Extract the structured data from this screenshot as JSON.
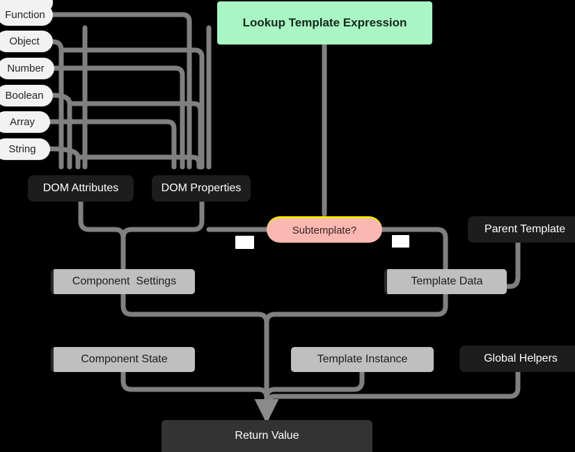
{
  "diagram": {
    "title": "Lookup Template Expression",
    "background_color": "#000000",
    "edge_color": "#808080"
  },
  "nodes": {
    "top_partial": {
      "label": "",
      "type": "pill"
    },
    "function": {
      "label": "Function",
      "type": "pill"
    },
    "object": {
      "label": "Object",
      "type": "pill"
    },
    "number": {
      "label": "Number",
      "type": "pill"
    },
    "boolean": {
      "label": "Boolean",
      "type": "pill"
    },
    "array": {
      "label": "Array",
      "type": "pill"
    },
    "string": {
      "label": "String",
      "type": "pill"
    },
    "lookup": {
      "label": "Lookup Template Expression",
      "type": "start",
      "color": "#a9f5c4"
    },
    "dom_attributes": {
      "label": "DOM Attributes",
      "type": "dark",
      "color": "#1d1d1d"
    },
    "dom_properties": {
      "label": "DOM Properties",
      "type": "dark",
      "color": "#1d1d1d"
    },
    "subtemplate": {
      "label": "Subtemplate?",
      "type": "decision",
      "color": "#fbb8b2",
      "accent": "#f5e800"
    },
    "parent_template": {
      "label": "Parent Template",
      "type": "dark",
      "color": "#1d1d1d"
    },
    "component_settings": {
      "label": "Component  Settings",
      "type": "grey",
      "color": "#bfbfbf"
    },
    "template_data": {
      "label": "Template Data",
      "type": "grey",
      "color": "#bfbfbf"
    },
    "component_state": {
      "label": "Component State",
      "type": "grey",
      "color": "#bfbfbf"
    },
    "template_instance": {
      "label": "Template Instance",
      "type": "grey",
      "color": "#bfbfbf"
    },
    "global_helpers": {
      "label": "Global Helpers",
      "type": "dark",
      "color": "#1d1d1d"
    },
    "return_value": {
      "label": "Return Value",
      "type": "end",
      "color": "#333333"
    }
  },
  "edge_labels": {
    "left": "",
    "right": ""
  }
}
